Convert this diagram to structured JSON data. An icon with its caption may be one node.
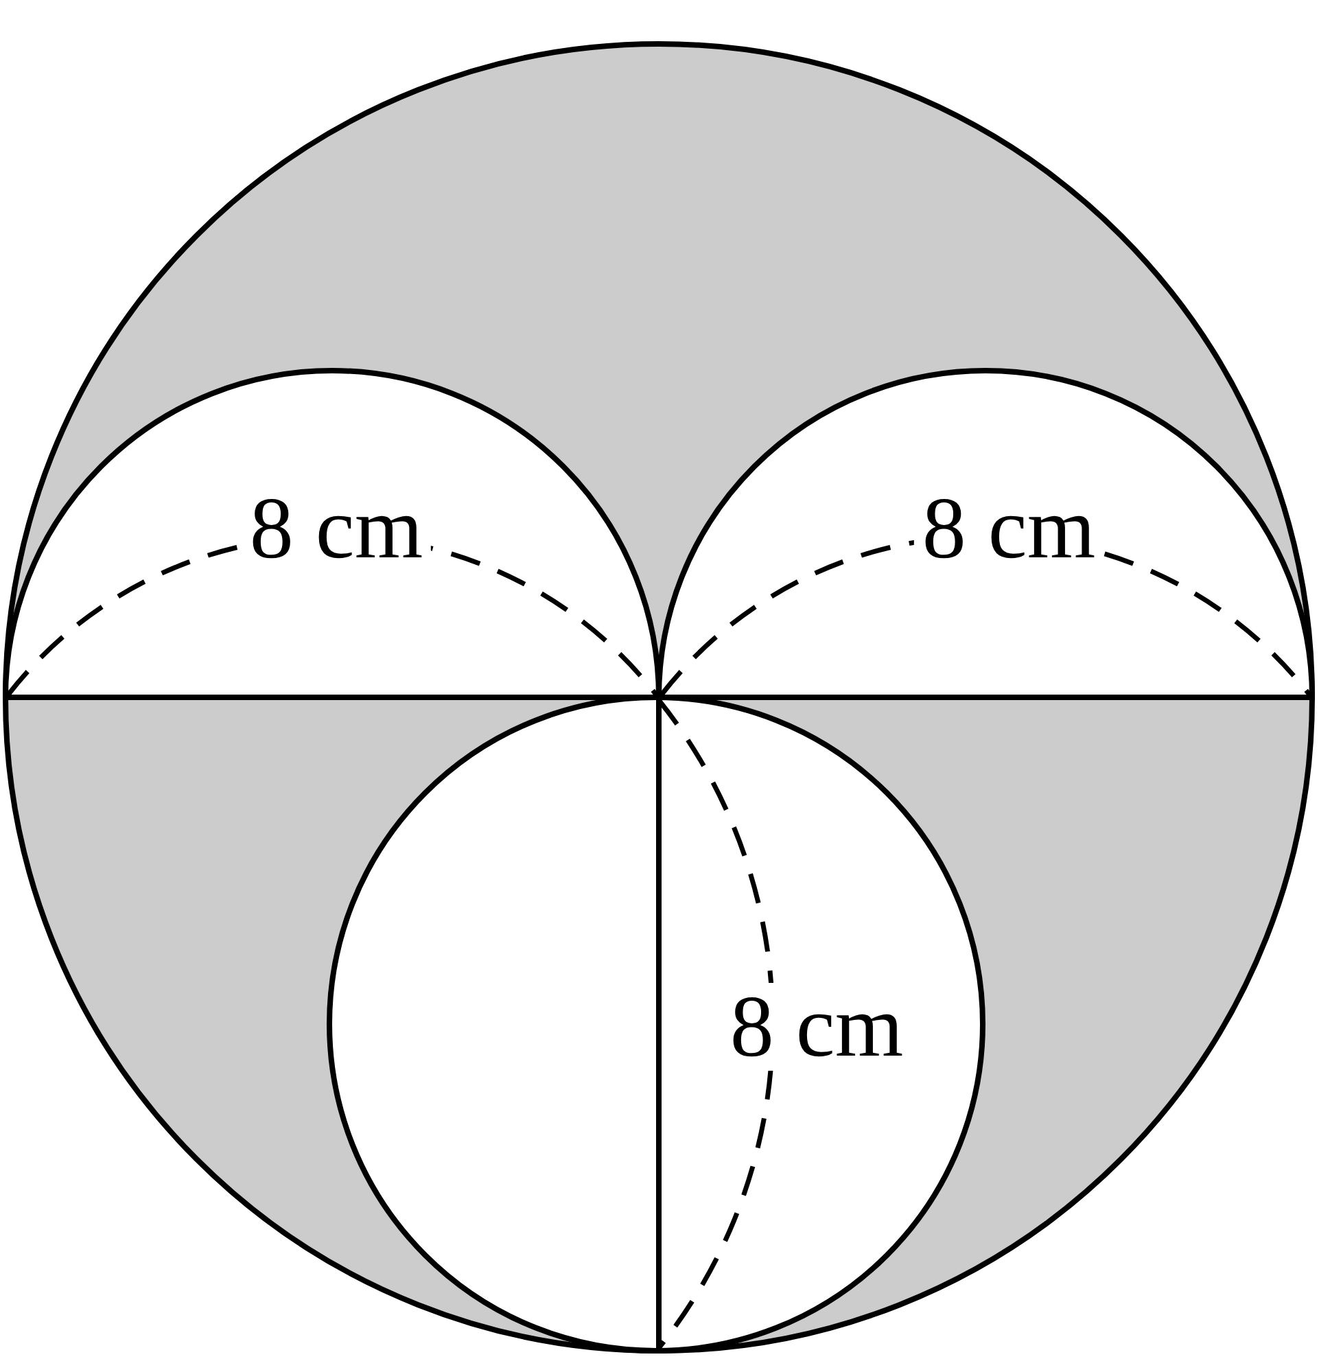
{
  "diagram": {
    "labels": [
      "8 cm",
      "8 cm",
      "8 cm"
    ]
  }
}
